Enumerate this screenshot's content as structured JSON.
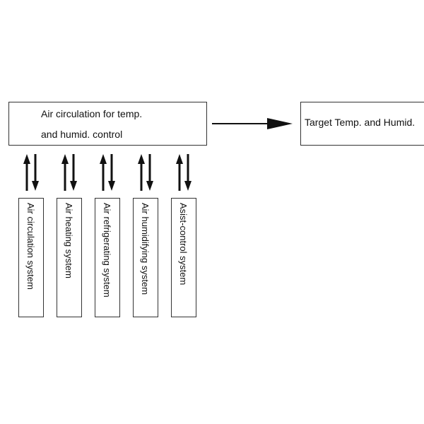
{
  "main_box": {
    "line1": "Air circulation for temp.",
    "line2": "and humid. control"
  },
  "target_box": {
    "label": "Target Temp. and Humid."
  },
  "subsystems": [
    "Air circulation system",
    "Air heating system",
    "Air refrigerating system",
    "Air humidifying system",
    "Asist-control system"
  ],
  "colors": {
    "stroke": "#111111",
    "text": "#111111"
  }
}
